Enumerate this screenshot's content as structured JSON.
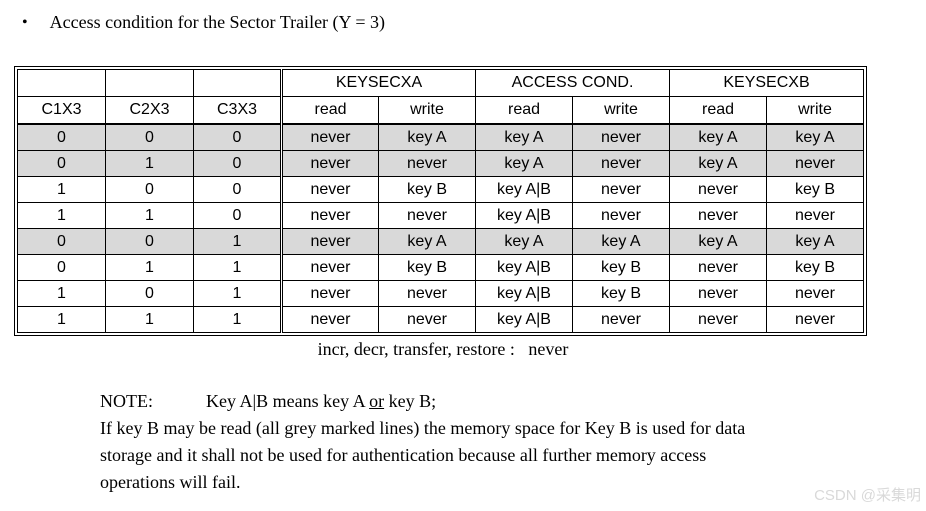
{
  "title": {
    "bullet": "•",
    "text": "Access condition for the Sector Trailer (Y = 3)"
  },
  "table": {
    "col_groups": [
      "KEYSECXA",
      "ACCESS COND.",
      "KEYSECXB"
    ],
    "sub_headers": [
      "C1X3",
      "C2X3",
      "C3X3",
      "read",
      "write",
      "read",
      "write",
      "read",
      "write"
    ],
    "rows": [
      {
        "grey": true,
        "cells": [
          "0",
          "0",
          "0",
          "never",
          "key A",
          "key A",
          "never",
          "key A",
          "key A"
        ]
      },
      {
        "grey": true,
        "cells": [
          "0",
          "1",
          "0",
          "never",
          "never",
          "key A",
          "never",
          "key A",
          "never"
        ]
      },
      {
        "grey": false,
        "cells": [
          "1",
          "0",
          "0",
          "never",
          "key B",
          "key A|B",
          "never",
          "never",
          "key B"
        ]
      },
      {
        "grey": false,
        "cells": [
          "1",
          "1",
          "0",
          "never",
          "never",
          "key A|B",
          "never",
          "never",
          "never"
        ]
      },
      {
        "grey": true,
        "cells": [
          "0",
          "0",
          "1",
          "never",
          "key A",
          "key A",
          "key A",
          "key A",
          "key A"
        ]
      },
      {
        "grey": false,
        "cells": [
          "0",
          "1",
          "1",
          "never",
          "key B",
          "key A|B",
          "key B",
          "never",
          "key B"
        ]
      },
      {
        "grey": false,
        "cells": [
          "1",
          "0",
          "1",
          "never",
          "never",
          "key A|B",
          "key B",
          "never",
          "never"
        ]
      },
      {
        "grey": false,
        "cells": [
          "1",
          "1",
          "1",
          "never",
          "never",
          "key A|B",
          "never",
          "never",
          "never"
        ]
      }
    ]
  },
  "footer_line": "incr, decr, transfer, restore :   never",
  "note": {
    "label": "NOTE:",
    "pre": "Key A|B means key A ",
    "underlined": "or",
    "post": " key B;"
  },
  "paragraph_lines": [
    "If key B may be read (all grey marked lines) the memory space for Key B is used for data",
    "storage and it shall not be used for authentication because all further memory access",
    "operations will fail."
  ],
  "watermark": "CSDN @采集明",
  "colors": {
    "grey_row": "#d9d9d9",
    "border": "#000000",
    "watermark_text": "#d9d9d9"
  }
}
